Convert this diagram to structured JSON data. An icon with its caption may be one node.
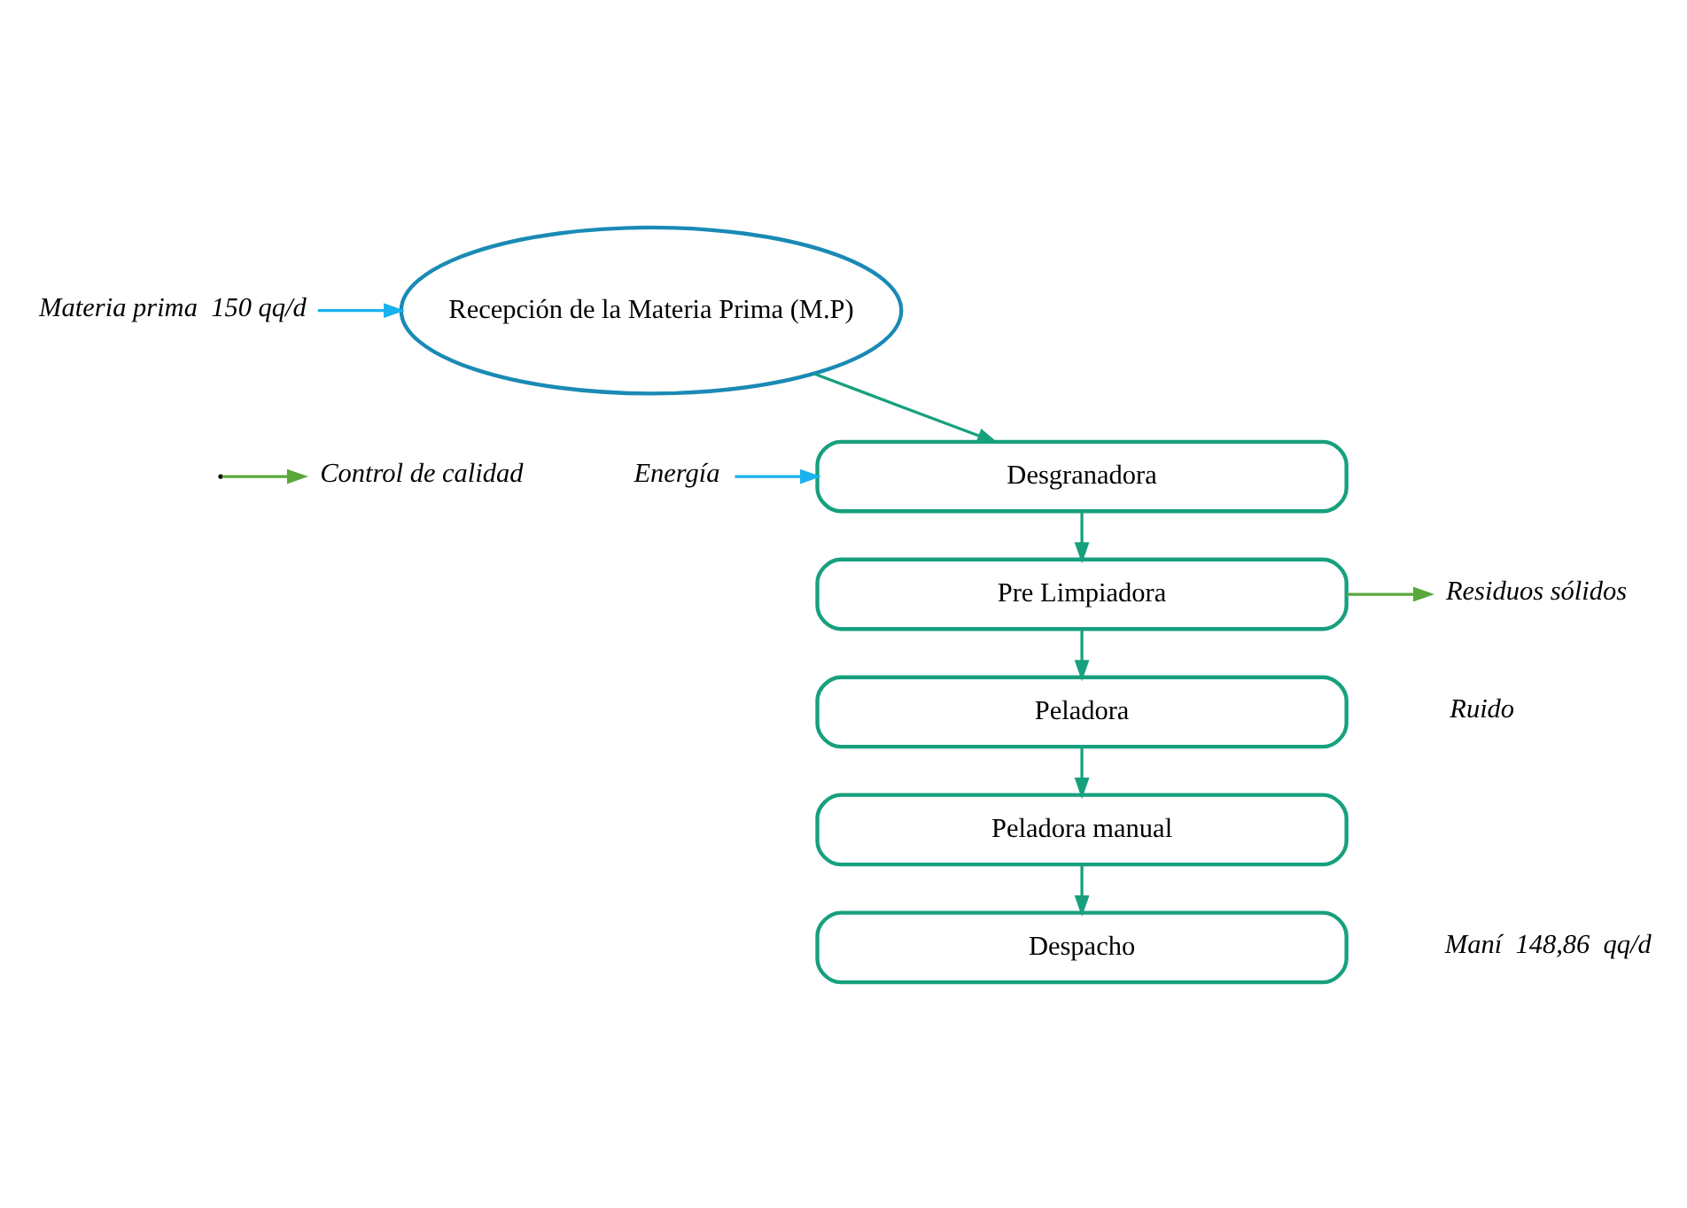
{
  "diagram": {
    "nodes": [
      {
        "text": [
          "Recepción de la Materia Prima (M.P)"
        ]
      },
      {
        "text": [
          "Desgranadora"
        ]
      },
      {
        "text": [
          "Pre Limpiadora"
        ]
      },
      {
        "text": [
          "Peladora"
        ]
      },
      {
        "text": [
          "Peladora manual"
        ]
      },
      {
        "text": [
          "Despacho"
        ]
      },
      {
        "text": [
          "Materia prima  150 qq/d"
        ]
      },
      {
        "text": [
          "Energía"
        ]
      },
      {
        "text": [
          "Control de calidad"
        ]
      },
      {
        "text": [
          "Residuos sólidos"
        ]
      }
    ],
    "edges": [
      {
        "from": 6,
        "to": 0,
        "arrow": "to",
        "color": "#1ab2ef"
      },
      {
        "from": 7,
        "to": 1,
        "arrow": "to",
        "color": "#1ab2ef"
      },
      {
        "from": 0,
        "to": 1,
        "arrow": "to"
      },
      {
        "from": null,
        "to": 8,
        "arrow": "to",
        "color": "#5aa83c"
      },
      {
        "from": 1,
        "to": 2,
        "arrow": "to"
      },
      {
        "from": 2,
        "to": 9,
        "arrow": "to",
        "color": "#5aa83c"
      },
      {
        "from": 2,
        "to": 3,
        "arrow": "to"
      },
      {
        "from": 3,
        "to": 4,
        "arrow": "to"
      },
      {
        "from": 4,
        "to": 5,
        "arrow": "to"
      }
    ],
    "labels": [
      "Ruido",
      "Maní  148,86  qq/d"
    ]
  }
}
